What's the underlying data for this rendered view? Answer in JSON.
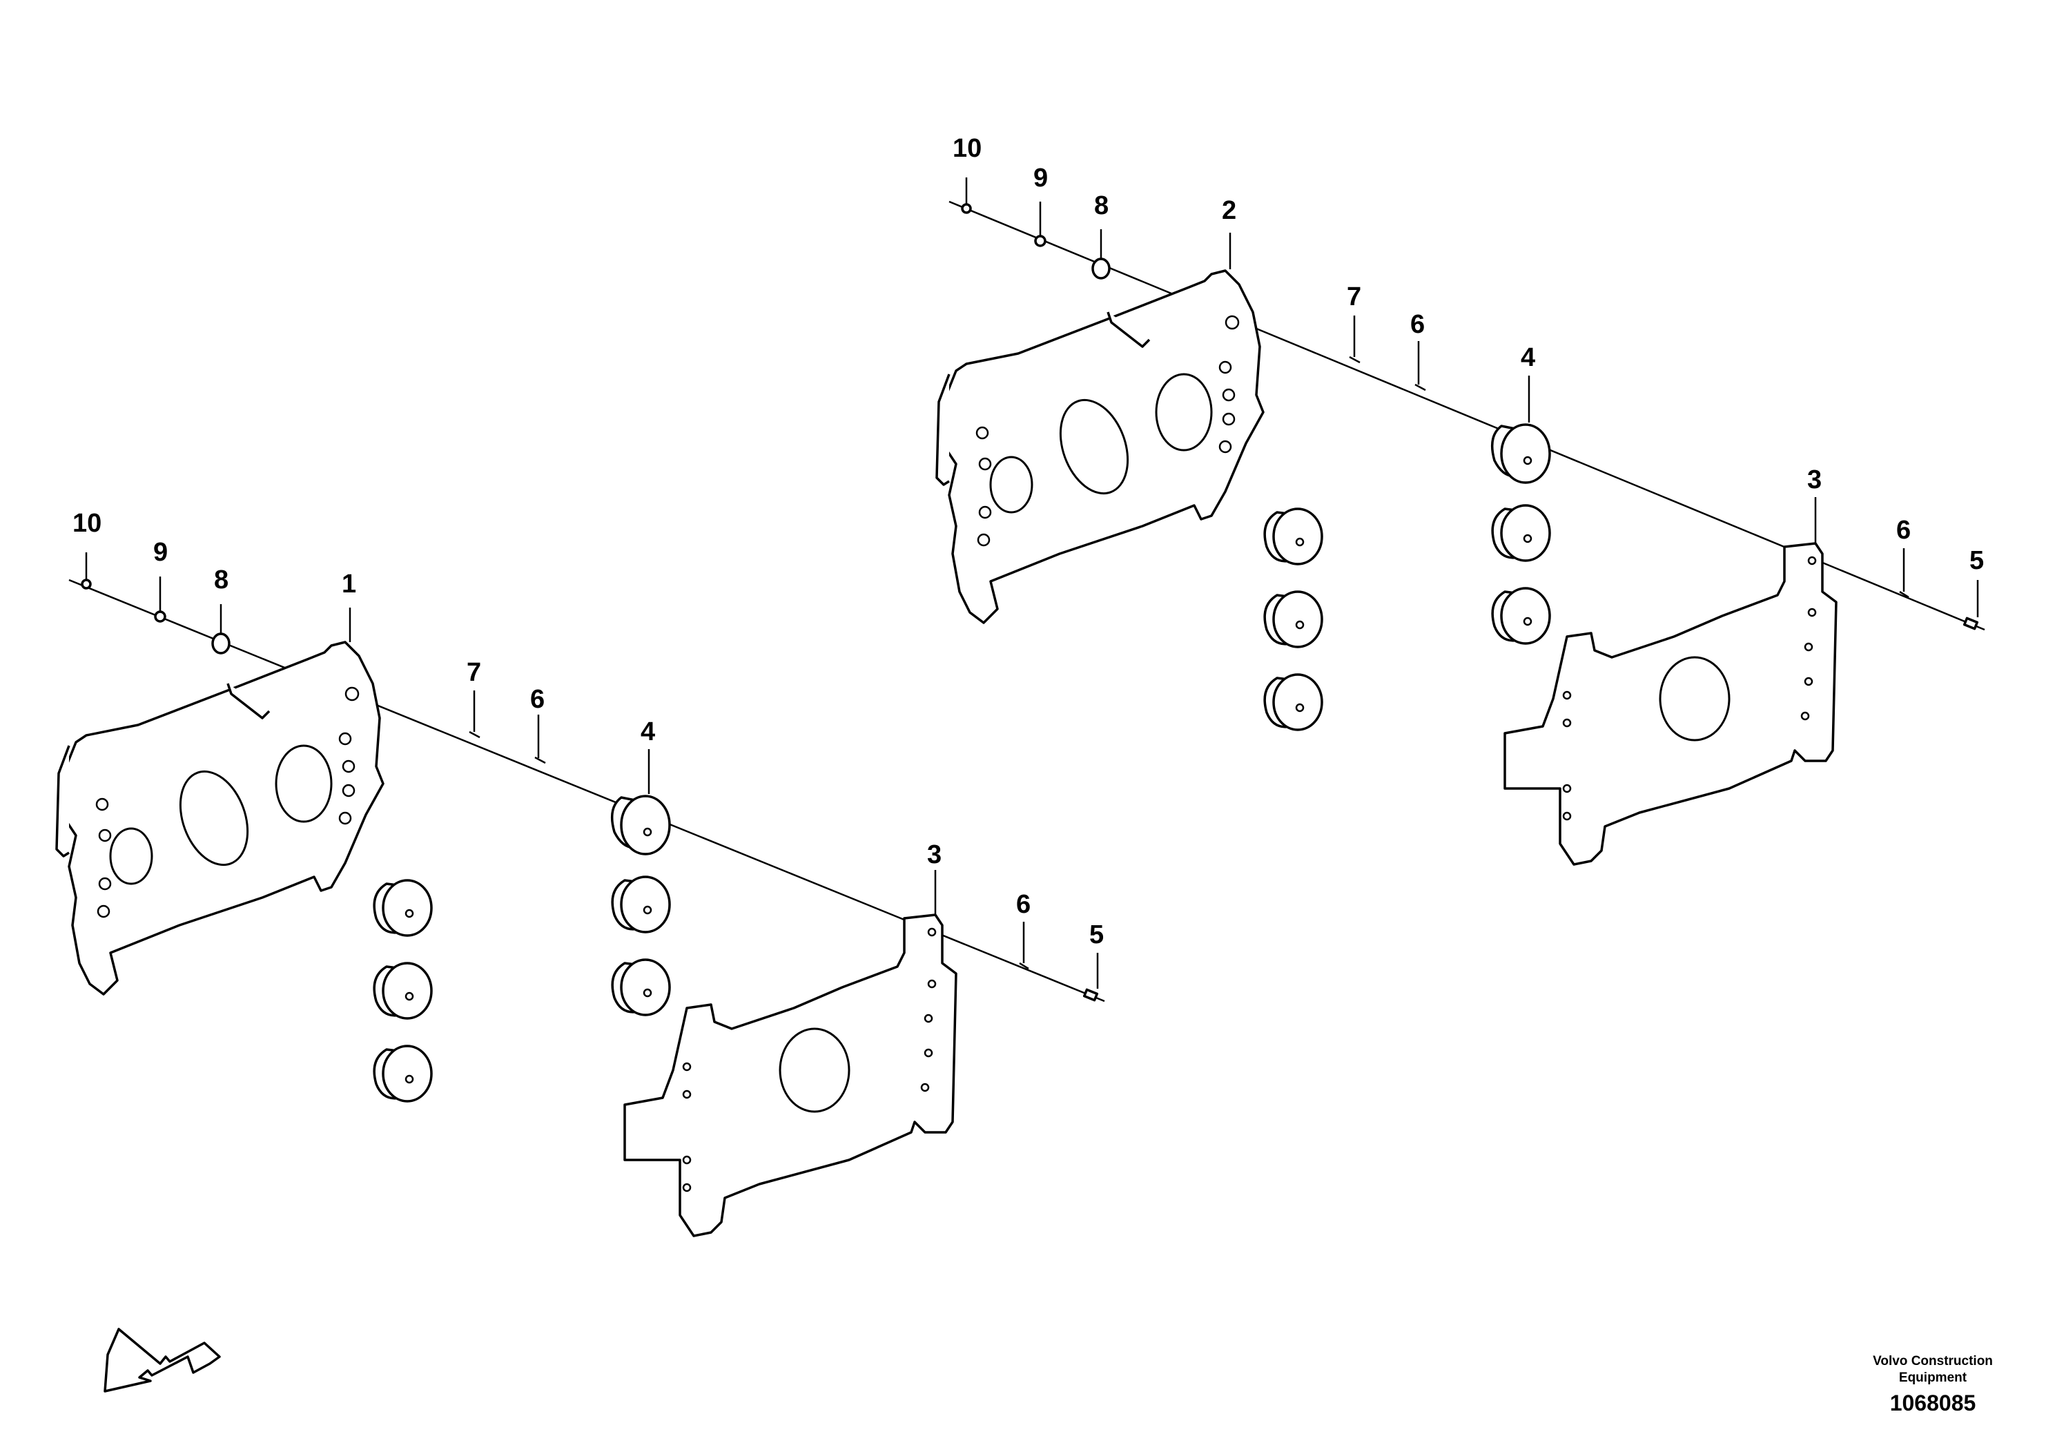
{
  "callouts": {
    "a": {
      "c10": "10",
      "c9": "9",
      "c8": "8",
      "c1": "1",
      "c7": "7",
      "c6a": "6",
      "c4": "4",
      "c3": "3",
      "c6b": "6",
      "c5": "5"
    },
    "b": {
      "c10": "10",
      "c9": "9",
      "c8": "8",
      "c2": "2",
      "c7": "7",
      "c6a": "6",
      "c4": "4",
      "c3": "3",
      "c6b": "6",
      "c5": "5"
    }
  },
  "footer": {
    "brand_line1": "Volvo Construction",
    "brand_line2": "Equipment",
    "drawing_number": "1068085"
  }
}
